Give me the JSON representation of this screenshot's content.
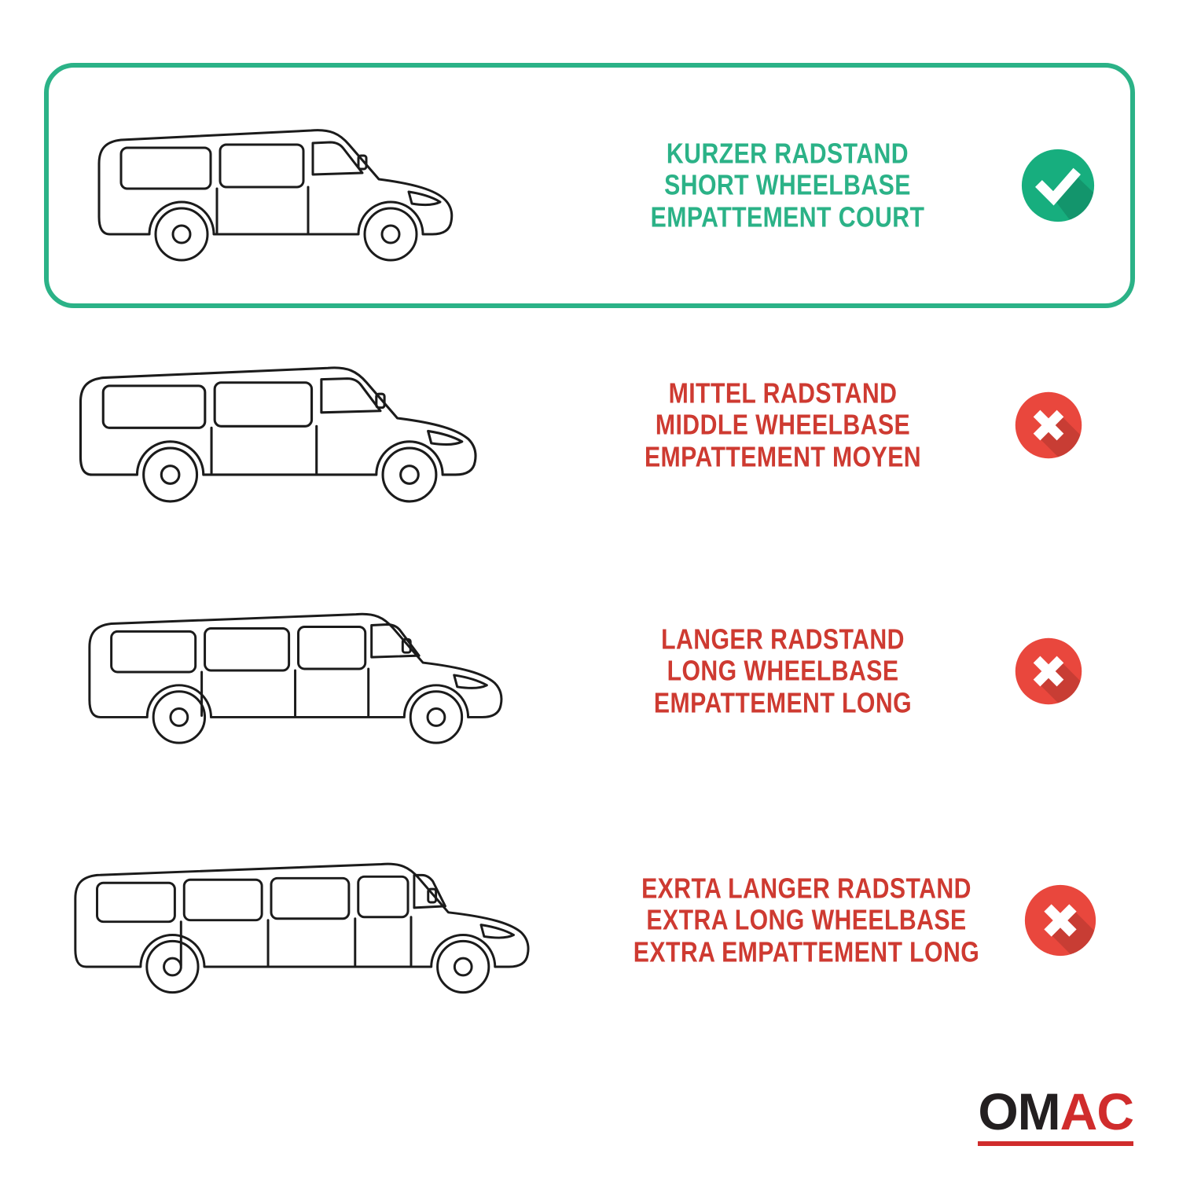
{
  "colors": {
    "green_text": "#2bb287",
    "green_icon": "#17ae7e",
    "red_text": "#ce3a31",
    "red_icon": "#e9473d",
    "highlight_outline": "#2bb287",
    "line_art": "#1b1b1b",
    "logo_black": "#231f20",
    "logo_red": "#d02c2c"
  },
  "rows": [
    {
      "id": "short-wheelbase",
      "status": "selected",
      "status_icon": "check-icon",
      "lines": [
        "KURZER RADSTAND",
        "SHORT WHEELBASE",
        "EMPATTEMENT COURT"
      ]
    },
    {
      "id": "middle-wheelbase",
      "status": "rejected",
      "status_icon": "cross-icon",
      "lines": [
        "MITTEL RADSTAND",
        "MIDDLE WHEELBASE",
        "EMPATTEMENT MOYEN"
      ]
    },
    {
      "id": "long-wheelbase",
      "status": "rejected",
      "status_icon": "cross-icon",
      "lines": [
        "LANGER RADSTAND",
        "LONG WHEELBASE",
        "EMPATTEMENT LONG"
      ]
    },
    {
      "id": "extra-long-wheelbase",
      "status": "rejected",
      "status_icon": "cross-icon",
      "lines": [
        "EXRTA LANGER RADSTAND",
        "EXTRA LONG WHEELBASE",
        "EXTRA EMPATTEMENT LONG"
      ]
    }
  ],
  "logo": {
    "part1": "OM",
    "part2": "AC"
  }
}
